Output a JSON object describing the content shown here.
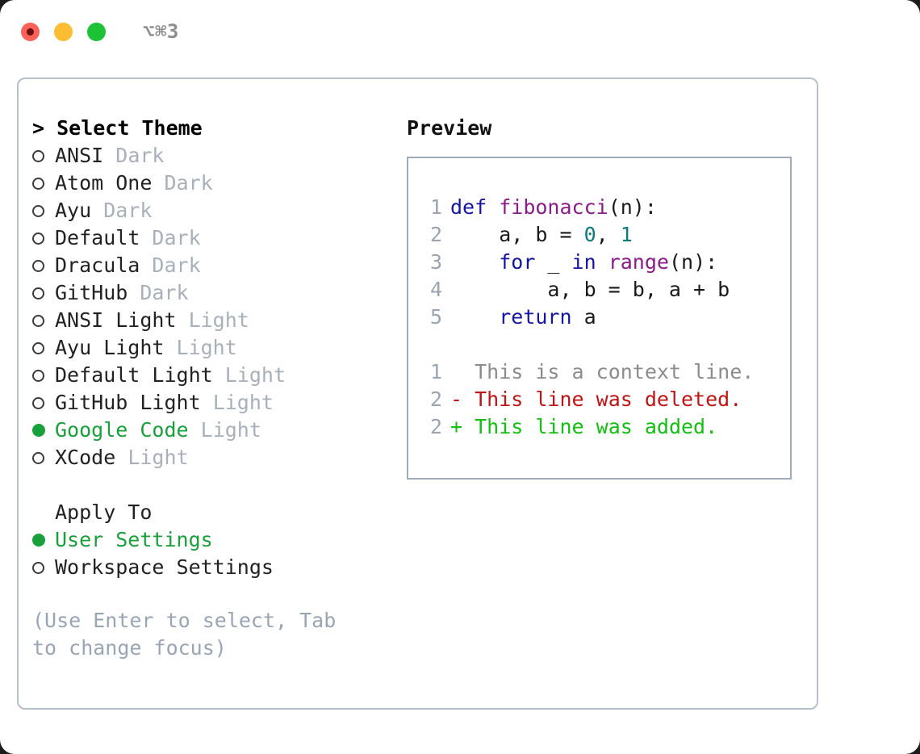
{
  "titlebar": {
    "shortcut": "⌥⌘3",
    "lights": [
      {
        "name": "close",
        "color": "#fa6259",
        "recording": true
      },
      {
        "name": "minimize",
        "color": "#fdbc32",
        "recording": false
      },
      {
        "name": "maximize",
        "color": "#1ec236",
        "recording": false
      }
    ]
  },
  "theme_picker": {
    "header": "> Select Theme",
    "options": [
      {
        "label": "ANSI",
        "badge": "Dark",
        "selected": false
      },
      {
        "label": "Atom One",
        "badge": "Dark",
        "selected": false
      },
      {
        "label": "Ayu",
        "badge": "Dark",
        "selected": false
      },
      {
        "label": "Default",
        "badge": "Dark",
        "selected": false
      },
      {
        "label": "Dracula",
        "badge": "Dark",
        "selected": false
      },
      {
        "label": "GitHub",
        "badge": "Dark",
        "selected": false
      },
      {
        "label": "ANSI Light",
        "badge": "Light",
        "selected": false
      },
      {
        "label": "Ayu Light",
        "badge": "Light",
        "selected": false
      },
      {
        "label": "Default Light",
        "badge": "Light",
        "selected": false
      },
      {
        "label": "GitHub Light",
        "badge": "Light",
        "selected": false
      },
      {
        "label": "Google Code",
        "badge": "Light",
        "selected": true
      },
      {
        "label": "XCode",
        "badge": "Light",
        "selected": false
      }
    ]
  },
  "apply_to": {
    "heading": "Apply To",
    "options": [
      {
        "label": "User Settings",
        "selected": true
      },
      {
        "label": "Workspace Settings",
        "selected": false
      }
    ]
  },
  "hint": "(Use Enter to select, Tab to change focus)",
  "preview": {
    "header": "Preview",
    "code_lines": [
      {
        "lineno": "1",
        "tokens": [
          {
            "text": "def ",
            "type": "kw"
          },
          {
            "text": "fibonacci",
            "type": "fn"
          },
          {
            "text": "(n):",
            "type": "plain"
          }
        ]
      },
      {
        "lineno": "2",
        "tokens": [
          {
            "text": "    a, b = ",
            "type": "plain"
          },
          {
            "text": "0",
            "type": "num"
          },
          {
            "text": ", ",
            "type": "plain"
          },
          {
            "text": "1",
            "type": "num"
          }
        ]
      },
      {
        "lineno": "3",
        "tokens": [
          {
            "text": "    ",
            "type": "plain"
          },
          {
            "text": "for",
            "type": "kw"
          },
          {
            "text": " _ ",
            "type": "plain"
          },
          {
            "text": "in",
            "type": "kw"
          },
          {
            "text": " ",
            "type": "plain"
          },
          {
            "text": "range",
            "type": "fn"
          },
          {
            "text": "(n):",
            "type": "plain"
          }
        ]
      },
      {
        "lineno": "4",
        "tokens": [
          {
            "text": "        a, b = b, a + b",
            "type": "plain"
          }
        ]
      },
      {
        "lineno": "5",
        "tokens": [
          {
            "text": "    ",
            "type": "plain"
          },
          {
            "text": "return",
            "type": "kw"
          },
          {
            "text": " a",
            "type": "plain"
          }
        ]
      }
    ],
    "diff_lines": [
      {
        "lineno": "1",
        "marker": " ",
        "text": "This is a context line.",
        "type": "ctx"
      },
      {
        "lineno": "2",
        "marker": "-",
        "text": "This line was deleted.",
        "type": "del"
      },
      {
        "lineno": "2",
        "marker": "+",
        "text": "This line was added.",
        "type": "add"
      }
    ]
  },
  "colors": {
    "accent_green": "#18a03a",
    "badge_gray": "#a8b0bb",
    "hint_gray": "#9aa5b4",
    "panel_border": "#b6c0cb",
    "preview_border": "#9fabba",
    "lineno_gray": "#9aa5b1",
    "kw_blue": "#1515a3",
    "fn_purple": "#8b1a8b",
    "num_teal": "#0a7a7a",
    "diff_del_red": "#c01414",
    "diff_add_green": "#12c012",
    "diff_ctx_gray": "#8c8c8c"
  }
}
